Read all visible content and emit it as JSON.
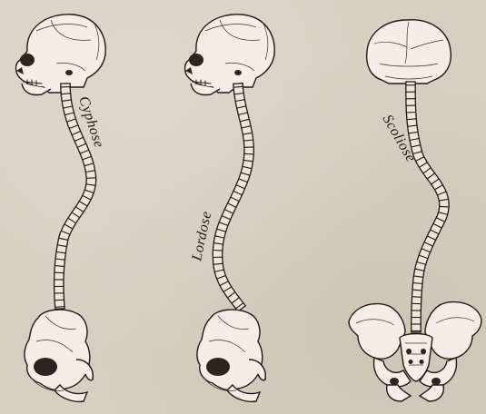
{
  "figures": [
    {
      "id": "kyphosis",
      "label": "Cyphose"
    },
    {
      "id": "lordosis",
      "label": "Lordose"
    },
    {
      "id": "scoliosis",
      "label": "Scoliose"
    }
  ]
}
